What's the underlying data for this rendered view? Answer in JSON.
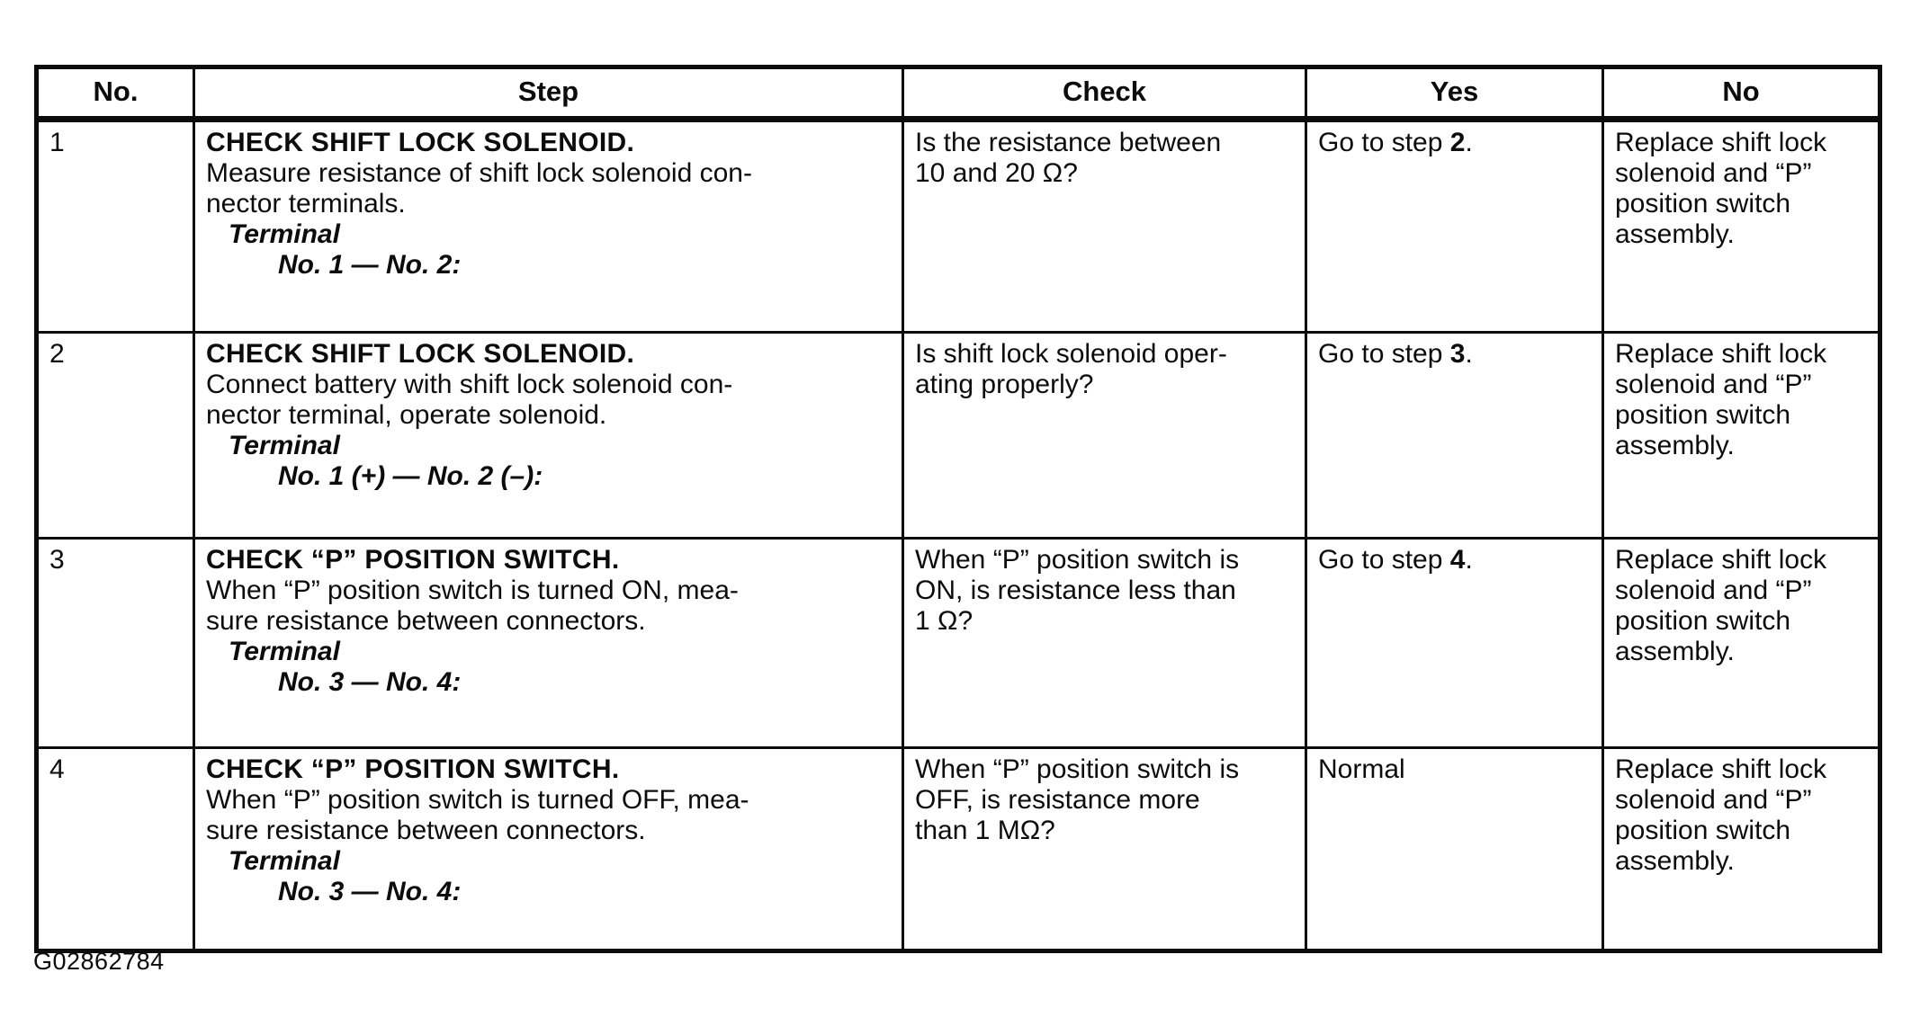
{
  "caption": "G02862784",
  "colors": {
    "background": "#ffffff",
    "text": "#0c0c0c",
    "border": "#0c0c0c"
  },
  "table": {
    "headers": [
      "No.",
      "Step",
      "Check",
      "Yes",
      "No"
    ],
    "rows": [
      {
        "no": "1",
        "step": {
          "title": "CHECK SHIFT LOCK SOLENOID.",
          "body": "Measure resistance of shift lock solenoid con-\nnector terminals.",
          "terminal_label": "Terminal",
          "terminal_value": "No. 1 — No. 2:"
        },
        "check": "Is the resistance between\n10 and 20 Ω?",
        "yes": {
          "pre": "Go to step ",
          "step": "2",
          "post": "."
        },
        "no_action": "Replace shift lock\nsolenoid and “P”\nposition switch\nassembly."
      },
      {
        "no": "2",
        "step": {
          "title": "CHECK SHIFT LOCK SOLENOID.",
          "body": "Connect battery with shift lock solenoid con-\nnector terminal, operate solenoid.",
          "terminal_label": "Terminal",
          "terminal_value": "No. 1 (+) — No. 2 (–):"
        },
        "check": "Is shift lock solenoid oper-\nating properly?",
        "yes": {
          "pre": "Go to step ",
          "step": "3",
          "post": "."
        },
        "no_action": "Replace shift lock\nsolenoid and “P”\nposition switch\nassembly."
      },
      {
        "no": "3",
        "step": {
          "title": "CHECK “P” POSITION SWITCH.",
          "body": "When “P” position switch is turned ON, mea-\nsure resistance between connectors.",
          "terminal_label": "Terminal",
          "terminal_value": "No. 3 — No. 4:"
        },
        "check": "When “P” position switch is\nON, is resistance less than\n1 Ω?",
        "yes": {
          "pre": "Go to step ",
          "step": "4",
          "post": "."
        },
        "no_action": "Replace shift lock\nsolenoid and “P”\nposition switch\nassembly."
      },
      {
        "no": "4",
        "step": {
          "title": "CHECK “P” POSITION SWITCH.",
          "body": "When “P” position switch is turned OFF, mea-\nsure resistance between connectors.",
          "terminal_label": "Terminal",
          "terminal_value": "No. 3 — No. 4:"
        },
        "check": "When “P” position switch is\nOFF, is resistance more\nthan 1 MΩ?",
        "yes": {
          "pre": "Normal",
          "step": "",
          "post": ""
        },
        "no_action": "Replace shift lock\nsolenoid and “P”\nposition switch\nassembly."
      }
    ]
  }
}
